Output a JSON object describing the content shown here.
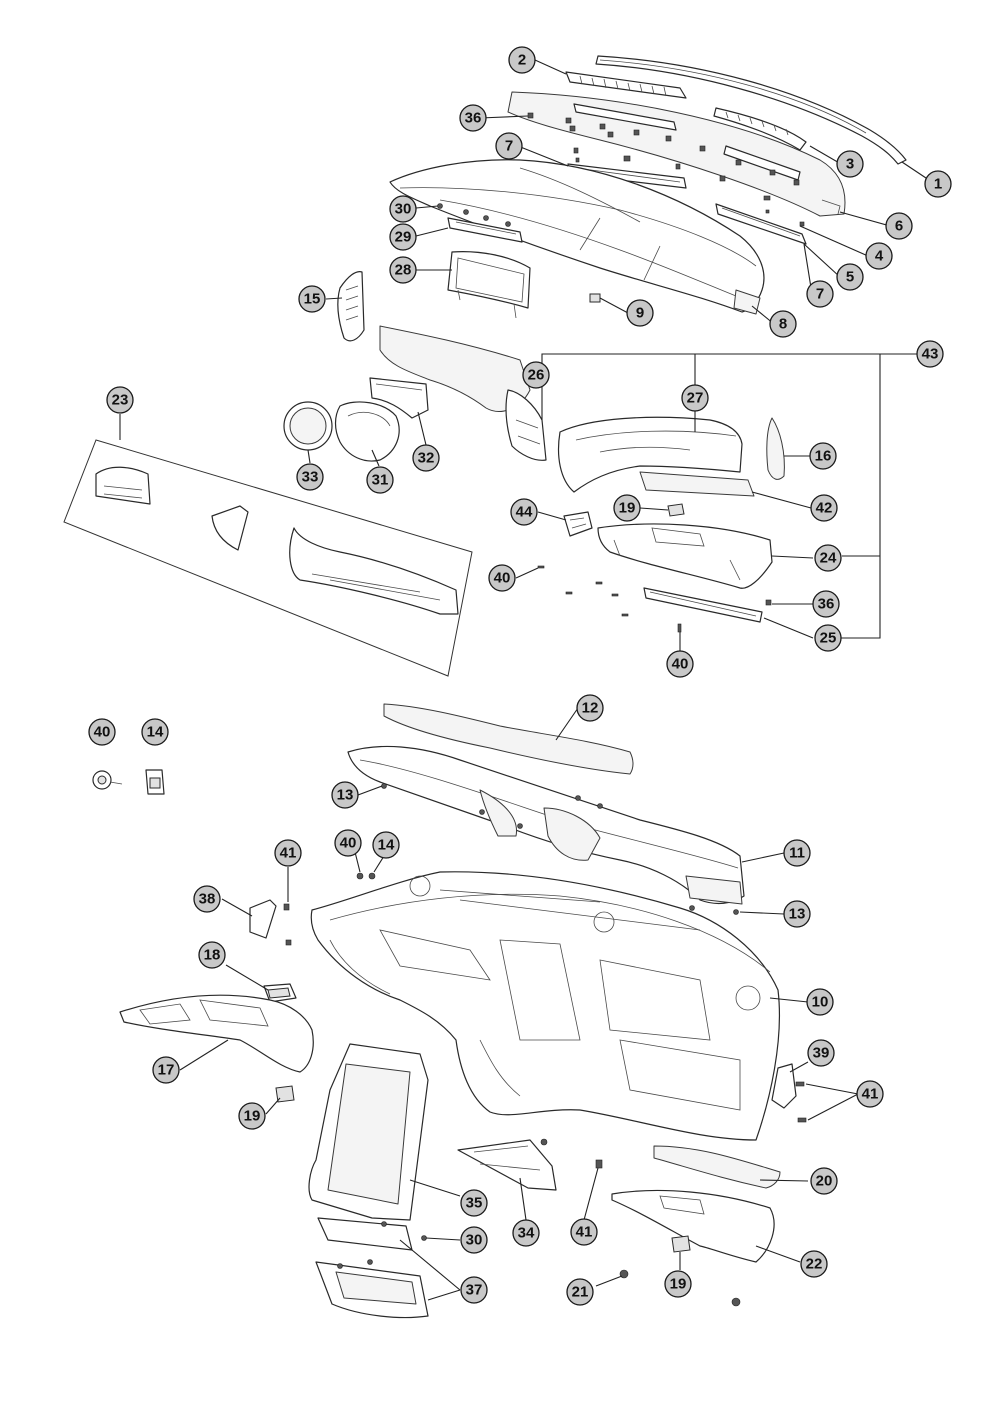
{
  "callouts": [
    {
      "id": "c1",
      "label": "1"
    },
    {
      "id": "c2",
      "label": "2"
    },
    {
      "id": "c3",
      "label": "3"
    },
    {
      "id": "c4",
      "label": "4"
    },
    {
      "id": "c5",
      "label": "5"
    },
    {
      "id": "c6",
      "label": "6"
    },
    {
      "id": "c7a",
      "label": "7"
    },
    {
      "id": "c7b",
      "label": "7"
    },
    {
      "id": "c8",
      "label": "8"
    },
    {
      "id": "c9",
      "label": "9"
    },
    {
      "id": "c10",
      "label": "10"
    },
    {
      "id": "c11",
      "label": "11"
    },
    {
      "id": "c12",
      "label": "12"
    },
    {
      "id": "c13a",
      "label": "13"
    },
    {
      "id": "c13b",
      "label": "13"
    },
    {
      "id": "c14a",
      "label": "14"
    },
    {
      "id": "c14b",
      "label": "14"
    },
    {
      "id": "c15",
      "label": "15"
    },
    {
      "id": "c16",
      "label": "16"
    },
    {
      "id": "c17",
      "label": "17"
    },
    {
      "id": "c18",
      "label": "18"
    },
    {
      "id": "c19a",
      "label": "19"
    },
    {
      "id": "c19b",
      "label": "19"
    },
    {
      "id": "c19c",
      "label": "19"
    },
    {
      "id": "c20",
      "label": "20"
    },
    {
      "id": "c21",
      "label": "21"
    },
    {
      "id": "c22",
      "label": "22"
    },
    {
      "id": "c23",
      "label": "23"
    },
    {
      "id": "c24",
      "label": "24"
    },
    {
      "id": "c25",
      "label": "25"
    },
    {
      "id": "c26",
      "label": "26"
    },
    {
      "id": "c27",
      "label": "27"
    },
    {
      "id": "c28",
      "label": "28"
    },
    {
      "id": "c29",
      "label": "29"
    },
    {
      "id": "c30a",
      "label": "30"
    },
    {
      "id": "c30b",
      "label": "30"
    },
    {
      "id": "c31",
      "label": "31"
    },
    {
      "id": "c32",
      "label": "32"
    },
    {
      "id": "c33",
      "label": "33"
    },
    {
      "id": "c34",
      "label": "34"
    },
    {
      "id": "c35",
      "label": "35"
    },
    {
      "id": "c36a",
      "label": "36"
    },
    {
      "id": "c36b",
      "label": "36"
    },
    {
      "id": "c37",
      "label": "37"
    },
    {
      "id": "c38",
      "label": "38"
    },
    {
      "id": "c39",
      "label": "39"
    },
    {
      "id": "c40a",
      "label": "40"
    },
    {
      "id": "c40b",
      "label": "40"
    },
    {
      "id": "c40c",
      "label": "40"
    },
    {
      "id": "c40d",
      "label": "40"
    },
    {
      "id": "c41a",
      "label": "41"
    },
    {
      "id": "c41b",
      "label": "41"
    },
    {
      "id": "c41c",
      "label": "41"
    },
    {
      "id": "c42",
      "label": "42"
    },
    {
      "id": "c43",
      "label": "43"
    },
    {
      "id": "c44",
      "label": "44"
    }
  ],
  "colors": {
    "callout_fill": "#c8c8c8",
    "line": "#222222",
    "background": "#ffffff"
  }
}
